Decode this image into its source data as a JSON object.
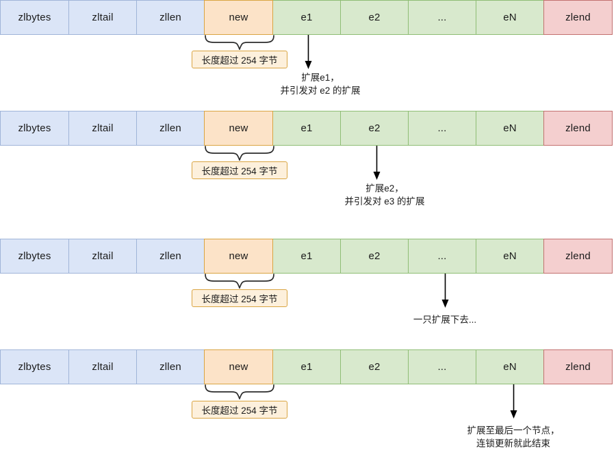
{
  "diagram": {
    "title": "ziplist cascade update",
    "colors": {
      "header_fill": "#dbe5f7",
      "header_border": "#9fb4d8",
      "new_fill": "#fce3c8",
      "new_border": "#d9a441",
      "entry_fill": "#d8e9cd",
      "entry_border": "#8ebd74",
      "zlend_fill": "#f4cfcf",
      "zlend_border": "#c2706f",
      "callout_fill": "#fdf0dc",
      "arrow": "#000000"
    },
    "cells": {
      "zlbytes": "zlbytes",
      "zltail": "zltail",
      "zllen": "zllen",
      "new": "new",
      "e1": "e1",
      "e2": "e2",
      "dots": "...",
      "eN": "eN",
      "zlend": "zlend"
    },
    "brace_callout": "长度超过 254 字节",
    "rows": [
      {
        "index": 1,
        "arrow_target": "e1",
        "caption_line1": "扩展e1，",
        "caption_line2": "并引发对 e2 的扩展"
      },
      {
        "index": 2,
        "arrow_target": "e2",
        "caption_line1": "扩展e2，",
        "caption_line2": "并引发对 e3 的扩展"
      },
      {
        "index": 3,
        "arrow_target": "...",
        "caption_line1": "一只扩展下去...",
        "caption_line2": ""
      },
      {
        "index": 4,
        "arrow_target": "eN",
        "caption_line1": "扩展至最后一个节点，",
        "caption_line2": "连锁更新就此结束"
      }
    ]
  }
}
